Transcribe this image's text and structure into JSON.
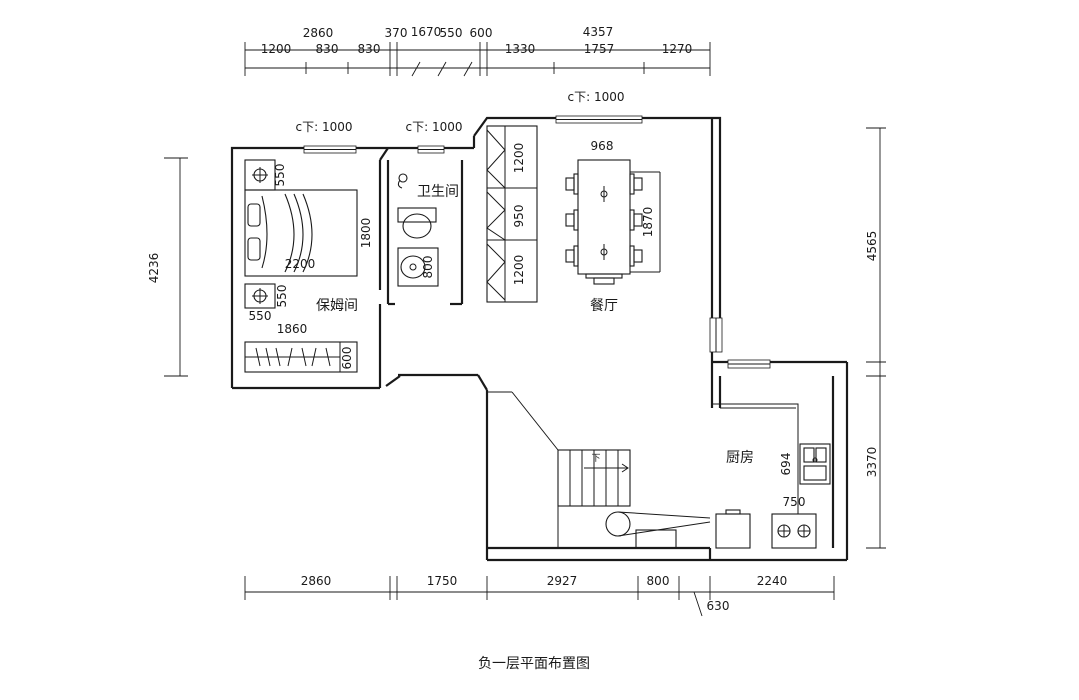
{
  "caption": "负一层平面布置图",
  "rooms": {
    "bedroom": "保姆间",
    "bathroom": "卫生间",
    "dining": "餐厅",
    "kitchen": "厨房"
  },
  "top_dimensions": {
    "overall": [
      "2860",
      "370",
      "1670",
      "550",
      "600",
      "4357"
    ],
    "detail": [
      "1200",
      "830",
      "830",
      "1330",
      "1757",
      "1270"
    ]
  },
  "bottom_dimensions": [
    "2860",
    "1750",
    "2927",
    "800",
    "2240",
    "630"
  ],
  "left_dimensions": [
    "4236"
  ],
  "right_dimensions": [
    "4565",
    "3370"
  ],
  "window_notes": [
    "c下: 1000",
    "c下: 1000",
    "c下: 1000"
  ],
  "interior_dimensions": [
    "550",
    "550",
    "550",
    "1800",
    "2200",
    "1860",
    "600",
    "800",
    "1200",
    "950",
    "1200",
    "968",
    "1870",
    "694",
    "750"
  ],
  "stair_label": "下"
}
